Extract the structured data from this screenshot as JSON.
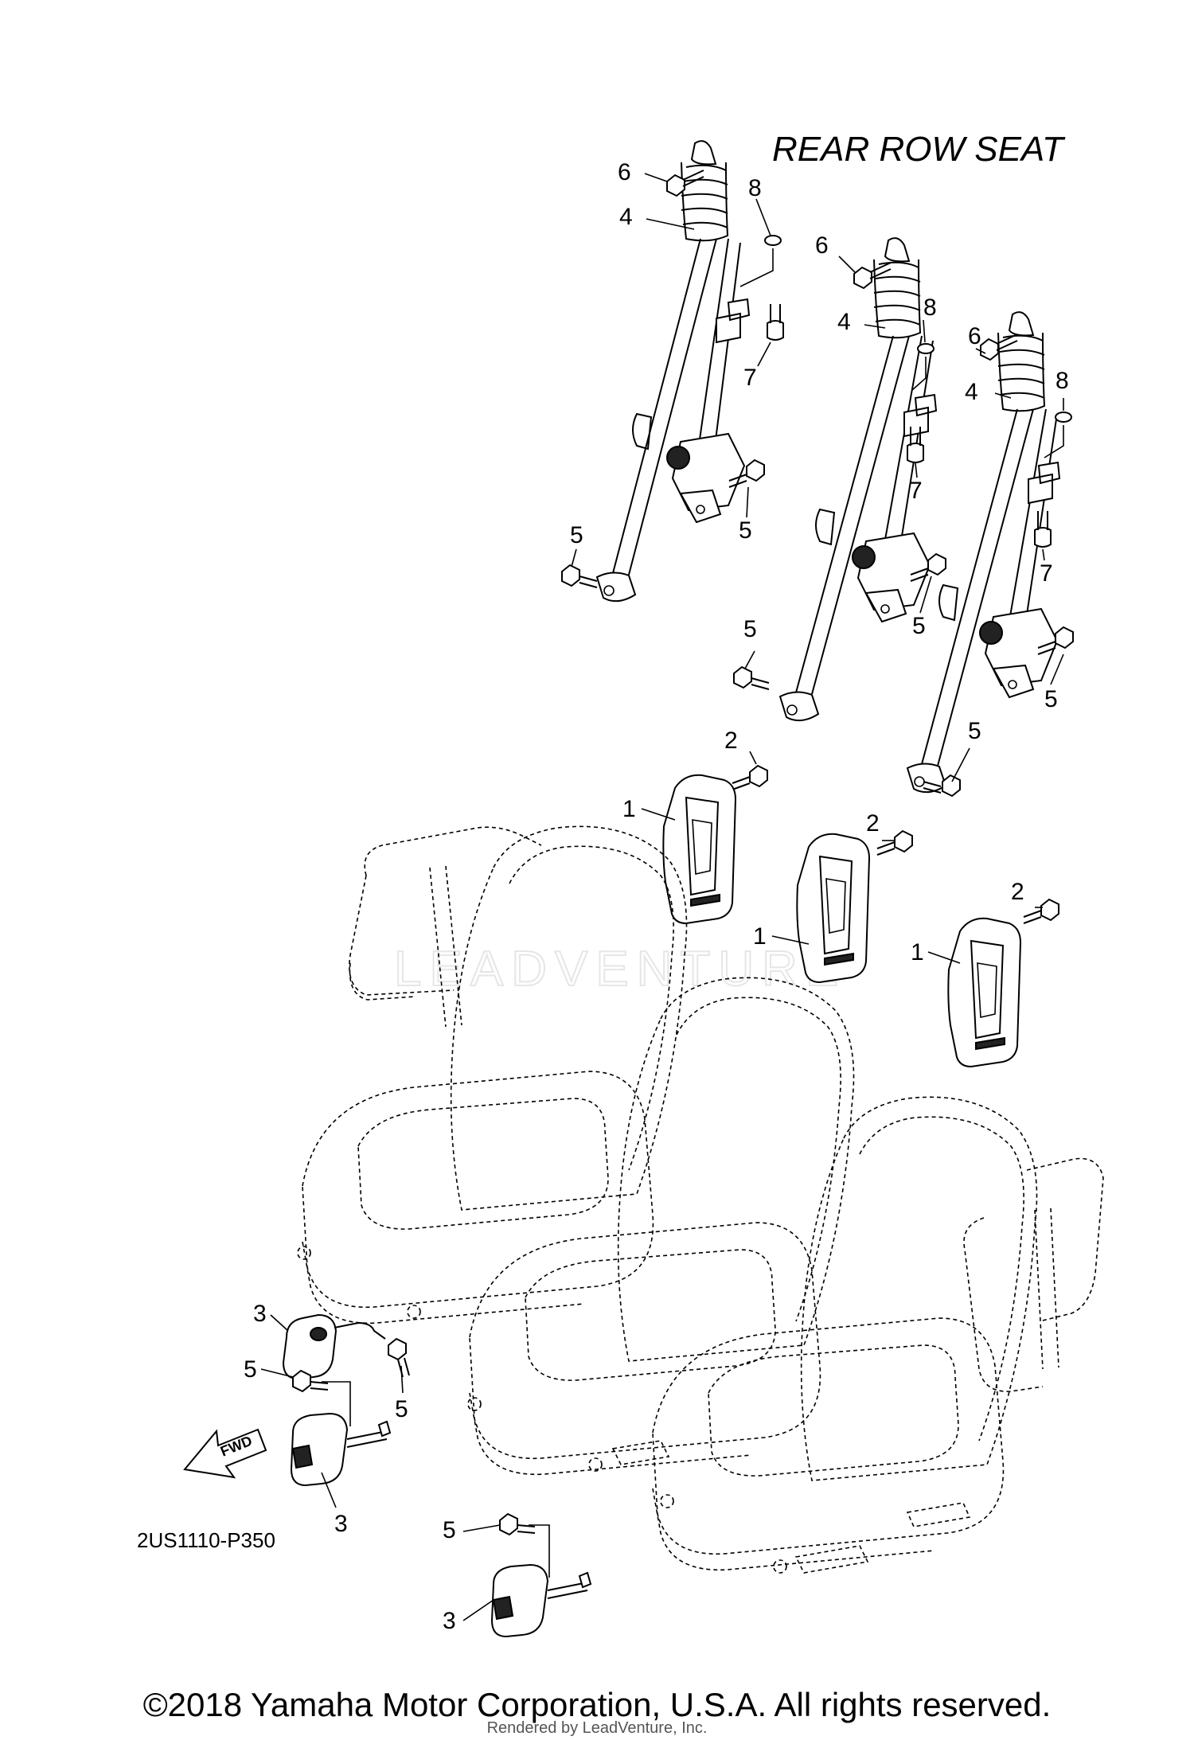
{
  "title": "REAR ROW SEAT",
  "diagram_code": "2US1110-P350",
  "fwd_label": "FWD",
  "watermark": "LEADVENTURE",
  "copyright": "©2018 Yamaha Motor Corporation, U.S.A. All rights reserved.",
  "rendered_by": "Rendered by LeadVenture, Inc.",
  "callouts": [
    "1",
    "1",
    "1",
    "2",
    "2",
    "2",
    "3",
    "3",
    "3",
    "4",
    "4",
    "4",
    "5",
    "5",
    "5",
    "5",
    "5",
    "5",
    "5",
    "5",
    "5",
    "6",
    "6",
    "6",
    "7",
    "7",
    "7",
    "8",
    "8",
    "8"
  ]
}
